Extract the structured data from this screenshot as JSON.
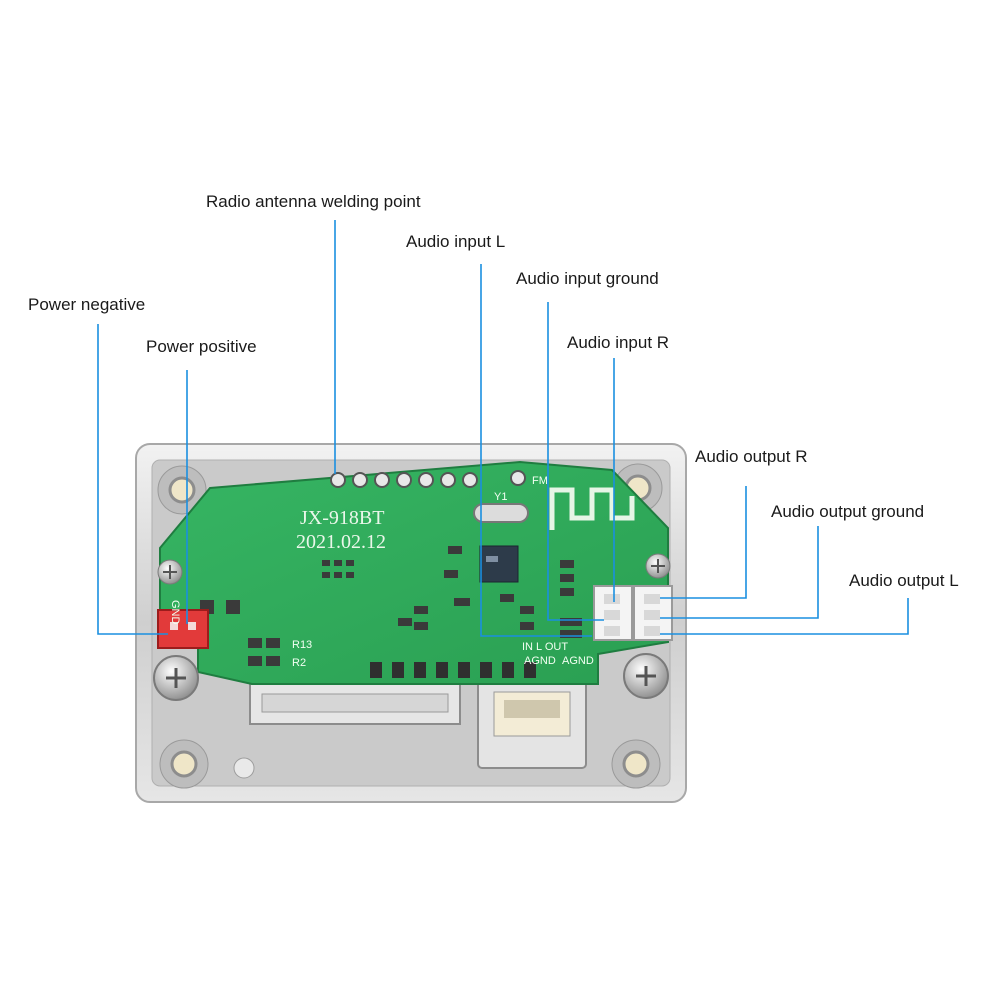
{
  "callouts": {
    "radio_antenna": "Radio antenna welding point",
    "audio_input_l": "Audio input L",
    "audio_input_ground": "Audio input ground",
    "audio_input_r": "Audio input R",
    "power_negative": "Power negative",
    "power_positive": "Power positive",
    "audio_output_r": "Audio output R",
    "audio_output_ground": "Audio output ground",
    "audio_output_l": "Audio output L"
  },
  "board": {
    "model": "JX-918BT",
    "date": "2021.02.12",
    "crystal": "Y1",
    "fm": "FM",
    "r13": "R13",
    "r2": "R2",
    "agnd_1": "AGND",
    "agnd_2": "AGND",
    "in_l_out": "IN  L  OUT",
    "gnd_mark": "GND"
  },
  "colors": {
    "pcb": "#2fae5c",
    "leader": "#1a8fe0",
    "metal": "#d9d9d9"
  }
}
